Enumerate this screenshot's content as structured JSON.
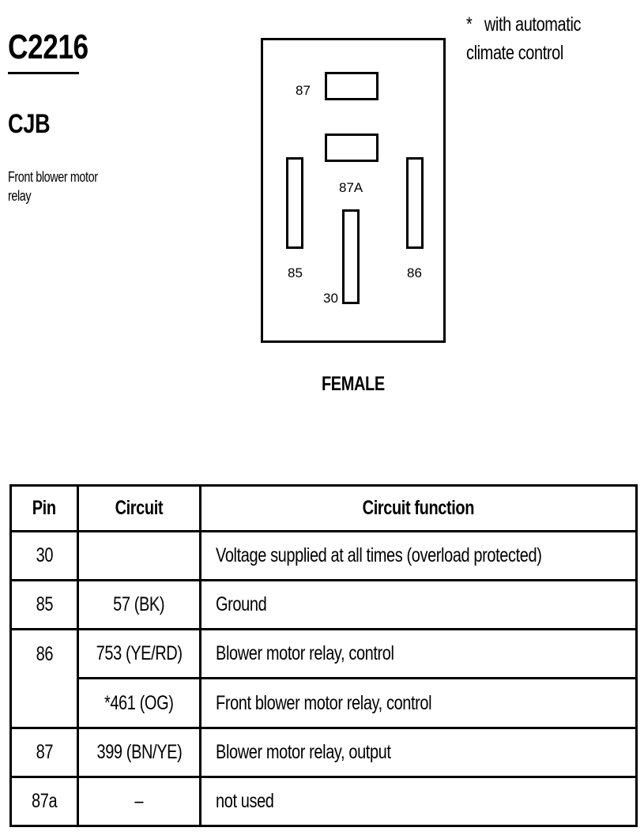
{
  "connector": {
    "id": "C2216",
    "location": "CJB",
    "description_line1": "Front blower motor",
    "description_line2": "relay",
    "note_line1": "*   with automatic",
    "note_line2": "climate control",
    "gender": "FEMALE",
    "pins": {
      "p87": "87",
      "p87a": "87A",
      "p85": "85",
      "p86": "86",
      "p30": "30"
    }
  },
  "table": {
    "headers": [
      "Pin",
      "Circuit",
      "Circuit function"
    ],
    "rows": [
      {
        "pin": "30",
        "circuit": "",
        "function": "Voltage supplied at all times (overload protected)"
      },
      {
        "pin": "85",
        "circuit": "57 (BK)",
        "function": "Ground"
      },
      {
        "pin": "86",
        "circuit": "753 (YE/RD)",
        "function": "Blower motor relay, control"
      },
      {
        "pin": "",
        "circuit": "*461 (OG)",
        "function": "Front blower motor relay, control"
      },
      {
        "pin": "87",
        "circuit": "399 (BN/YE)",
        "function": "Blower motor relay, output"
      },
      {
        "pin": "87a",
        "circuit": "–",
        "function": "not used"
      }
    ]
  }
}
